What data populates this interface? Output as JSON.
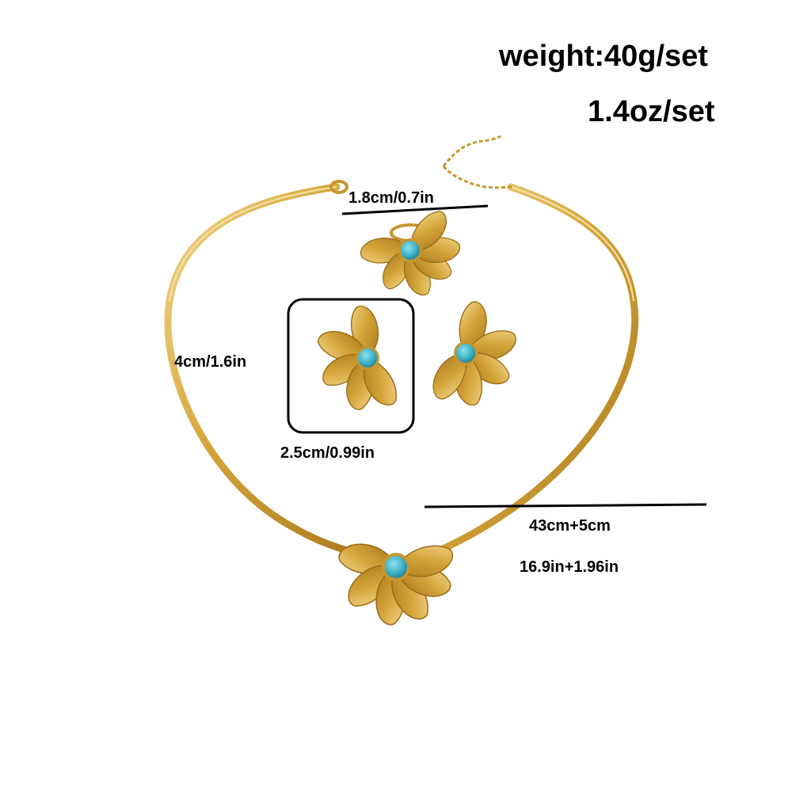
{
  "weight": {
    "grams": "weight:40g/set",
    "ounces": "1.4oz/set"
  },
  "dimensions": {
    "ring_width": "1.8cm/0.7in",
    "earring_height": "4cm/1.6in",
    "earring_width": "2.5cm/0.99in",
    "necklace_length_cm": "43cm+5cm",
    "necklace_length_in": "16.9in+1.96in"
  },
  "colors": {
    "gold": "#d4a53a",
    "turquoise": "#3fb3c8",
    "background": "#ffffff",
    "text": "#000000"
  }
}
